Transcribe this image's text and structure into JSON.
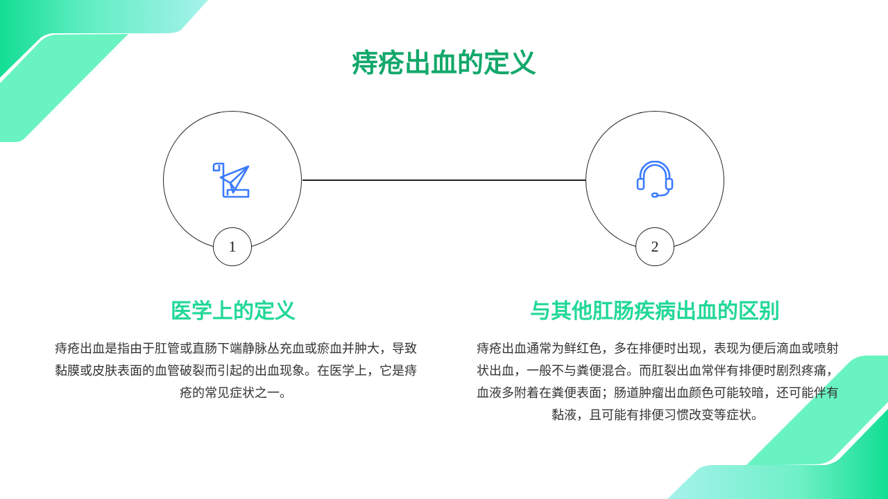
{
  "title": "痔疮出血的定义",
  "colors": {
    "title": "#13a86b",
    "subtitle": "#22d897",
    "icon": "#3b7bff",
    "accent_dark": "#12de93",
    "accent_light": "#a6f2ec"
  },
  "items": [
    {
      "number": "1",
      "icon": "paper-plane-scroll-icon",
      "heading": "医学上的定义",
      "text": "痔疮出血是指由于肛管或直肠下端静脉丛充血或瘀血并肿大，导致黏膜或皮肤表面的血管破裂而引起的出血现象。在医学上，它是痔疮的常见症状之一。"
    },
    {
      "number": "2",
      "icon": "headset-icon",
      "heading": "与其他肛肠疾病出血的区别",
      "text": "痔疮出血通常为鲜红色，多在排便时出现，表现为便后滴血或喷射状出血，一般不与粪便混合。而肛裂出血常伴有排便时剧烈疼痛，血液多附着在粪便表面；肠道肿瘤出血颜色可能较暗，还可能伴有黏液，且可能有排便习惯改变等症状。"
    }
  ]
}
